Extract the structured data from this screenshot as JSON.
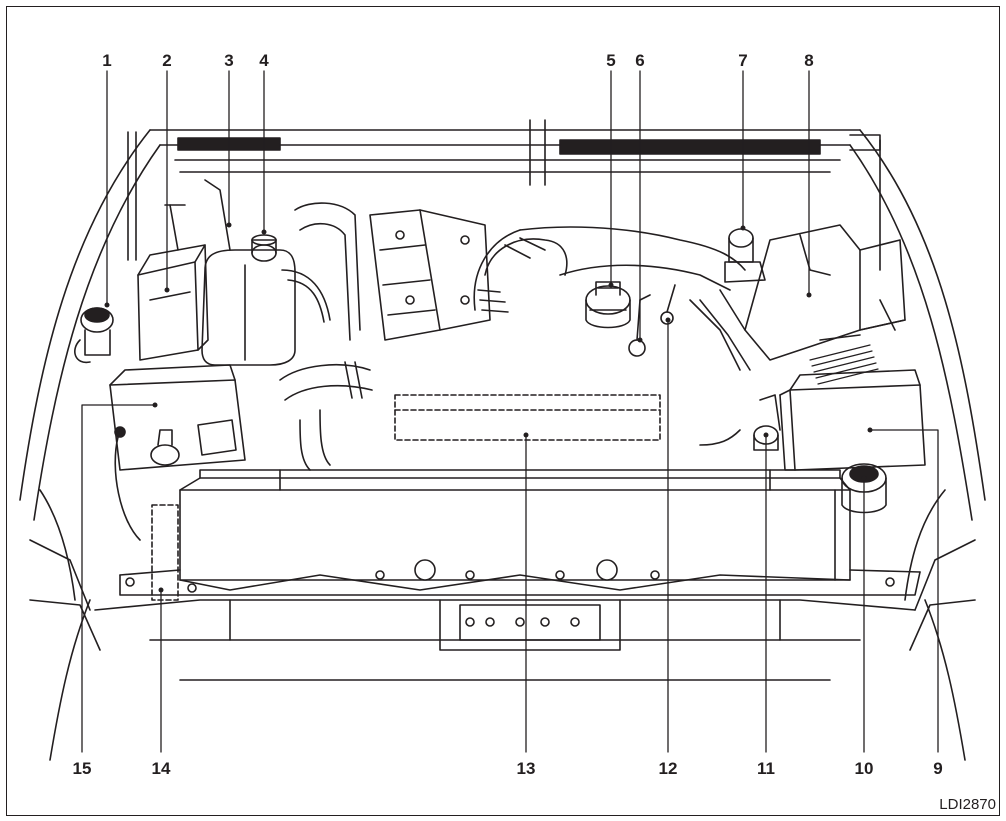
{
  "figure_code": "LDI2870",
  "callouts": {
    "c1": "1",
    "c2": "2",
    "c3": "3",
    "c4": "4",
    "c5": "5",
    "c6": "6",
    "c7": "7",
    "c8": "8",
    "c9": "9",
    "c10": "10",
    "c11": "11",
    "c12": "12",
    "c13": "13",
    "c14": "14",
    "c15": "15"
  }
}
